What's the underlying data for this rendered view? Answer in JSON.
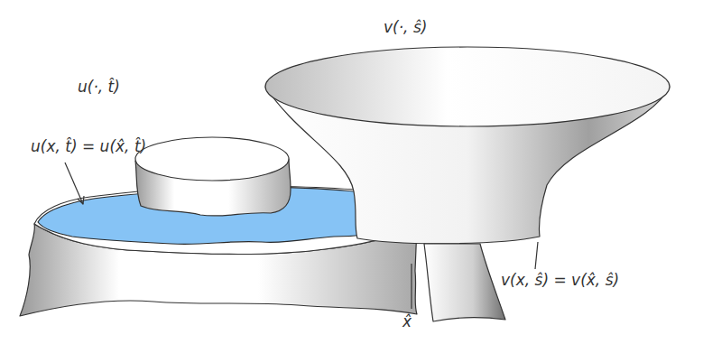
{
  "diagram": {
    "labels": [
      "v(·, ŝ)",
      "u(·, t̂)",
      "u(x, t̂) = u(x̂, t̂)",
      "v(x, ŝ) = v(x̂, ŝ)",
      "x̂"
    ]
  }
}
